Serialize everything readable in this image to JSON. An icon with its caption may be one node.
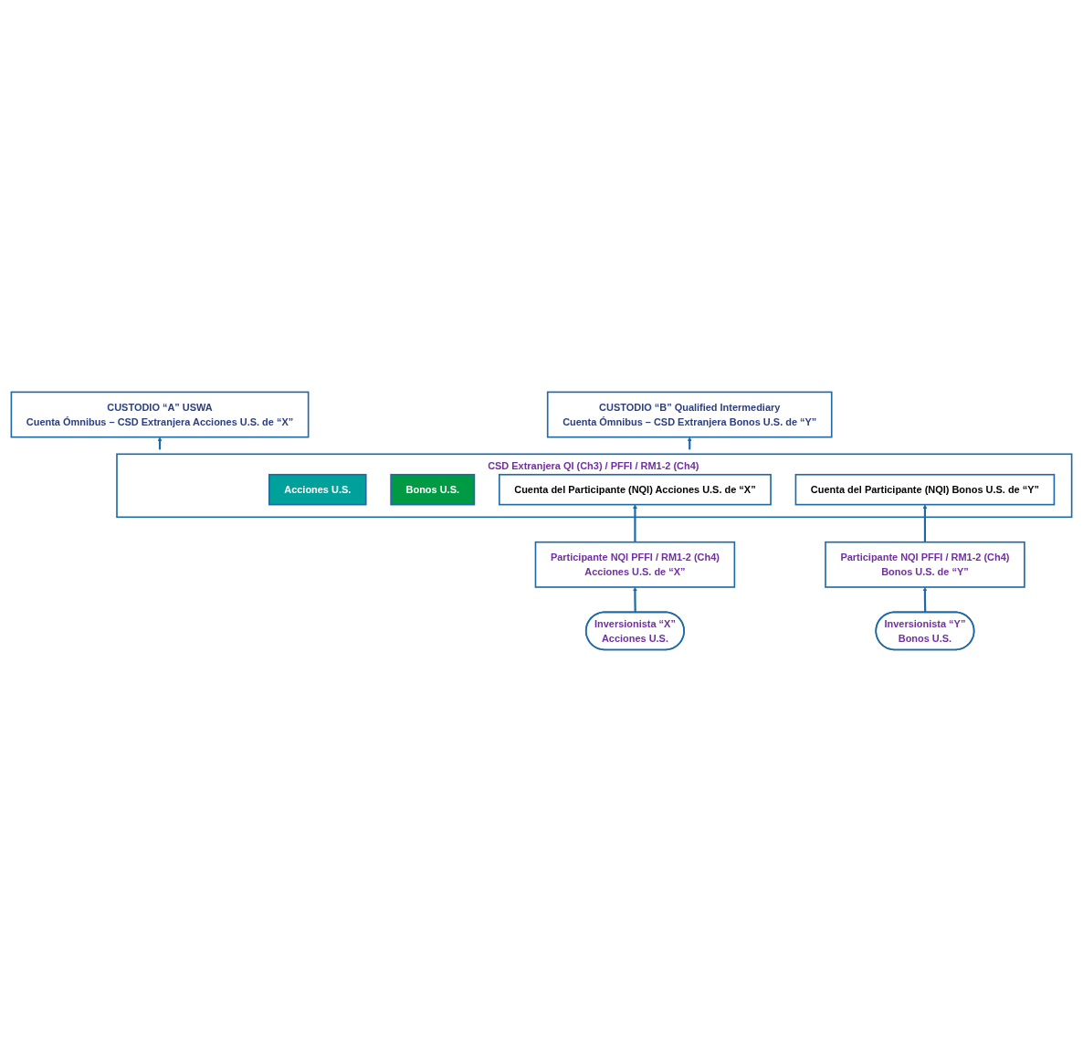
{
  "diagram": {
    "nodes": [
      {
        "text": [
          "CUSTODIO “A” USWA",
          "Cuenta Ómnibus – CSD Extranjera Acciones U.S. de “X”"
        ]
      },
      {
        "text": [
          "CUSTODIO “B” Qualified Intermediary",
          "Cuenta Ómnibus – CSD Extranjera Bonos U.S. de “Y”"
        ]
      },
      {
        "text": [
          "CSD Extranjera QI (Ch3) / PFFI / RM1-2 (Ch4)"
        ]
      },
      {
        "text": [
          "Acciones U.S."
        ],
        "in": 2
      },
      {
        "text": [
          "Bonos U.S."
        ],
        "in": 2
      },
      {
        "text": [
          "Cuenta del Participante (NQI) Acciones U.S. de “X”"
        ],
        "in": 2
      },
      {
        "text": [
          "Cuenta del Participante (NQI) Bonos U.S. de “Y”"
        ],
        "in": 2
      },
      {
        "text": [
          "Participante NQI PFFI / RM1-2 (Ch4)",
          "Acciones U.S. de “X”"
        ]
      },
      {
        "text": [
          "Participante NQI PFFI / RM1-2 (Ch4)",
          "Bonos U.S. de “Y”"
        ]
      },
      {
        "text": [
          "Inversionista “X”",
          "Acciones U.S."
        ]
      },
      {
        "text": [
          "Inversionista “Y”",
          "Bonos U.S."
        ]
      }
    ],
    "edges": [
      {
        "from": 2,
        "to": 0,
        "arrow": "to"
      },
      {
        "from": 2,
        "to": 1,
        "arrow": "to"
      },
      {
        "from": 7,
        "to": 5,
        "arrow": "to"
      },
      {
        "from": 8,
        "to": 6,
        "arrow": "to"
      },
      {
        "from": 9,
        "to": 7,
        "arrow": "to"
      },
      {
        "from": 10,
        "to": 8,
        "arrow": "to"
      }
    ]
  }
}
